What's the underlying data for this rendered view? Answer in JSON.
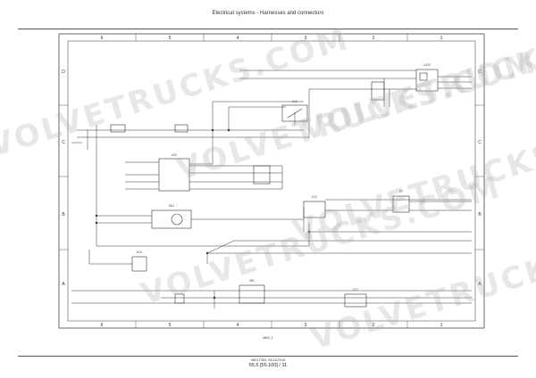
{
  "header": {
    "title": "Electrical systems - Harnesses and connectors"
  },
  "footer": {
    "doc_ref": "48017354 20/11/2018",
    "page": "55.5 [55.100] / 11"
  },
  "frame": {
    "col_labels_top": [
      "6",
      "5",
      "4",
      "3",
      "2",
      "1"
    ],
    "col_labels_bottom": [
      "6",
      "5",
      "4",
      "3",
      "2",
      "1"
    ],
    "row_labels_left": [
      "D",
      "C",
      "B",
      "A"
    ],
    "row_labels_right": [
      "D",
      "C",
      "B",
      "A"
    ],
    "sheet_ref": "MAS_1"
  },
  "components": {
    "top_right_relay": "X123",
    "relay_center": "K10",
    "module_left": "A25",
    "motor": "M11",
    "sensor_bottom_left": "B14",
    "relay_right_mid": "K12",
    "resistor_right": "R7",
    "connector_bottom_mid": "X81",
    "connector_bottom_right": "X77"
  },
  "watermark": {
    "text": "VOLVETRUCKS.COM"
  },
  "colors": {
    "wire": "#333333",
    "accent_label": "#444444"
  }
}
